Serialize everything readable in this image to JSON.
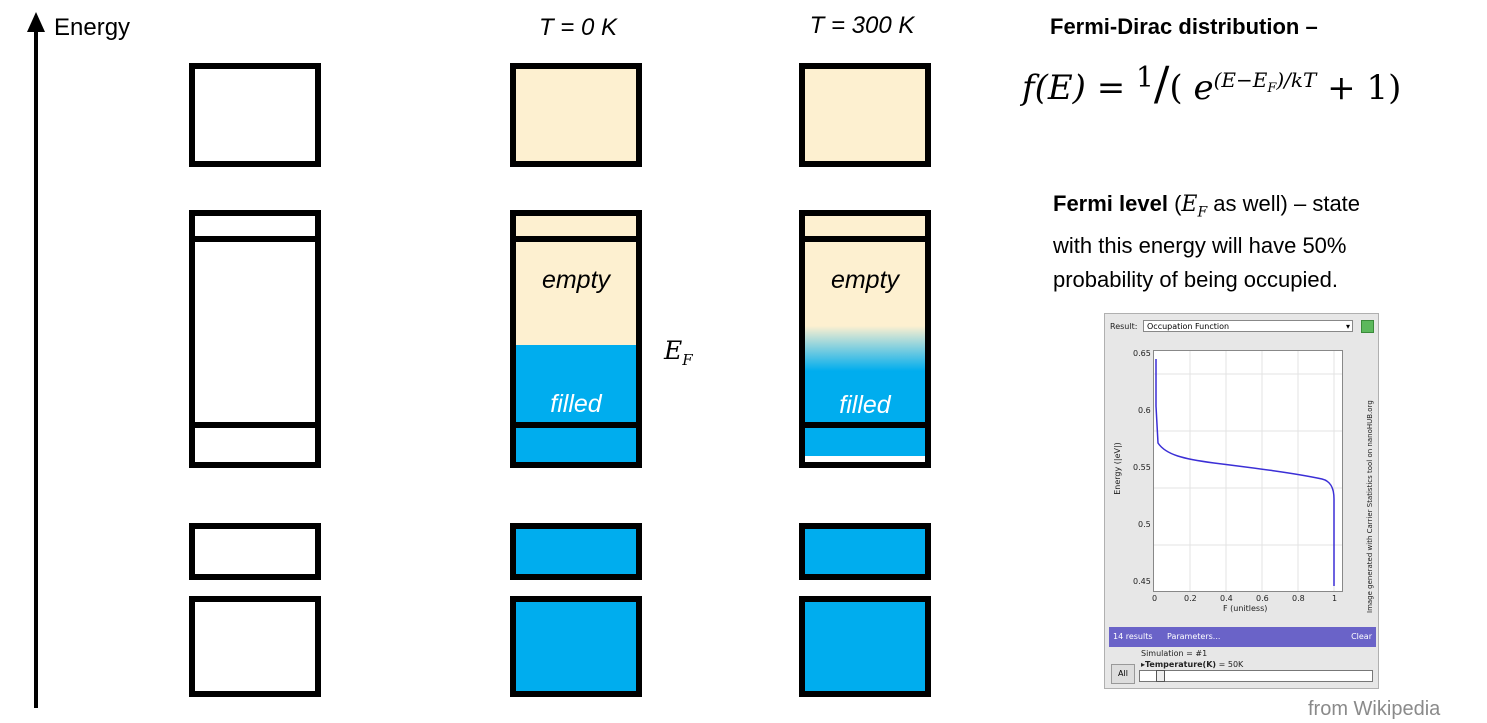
{
  "axis": {
    "label": "Energy"
  },
  "columns": [
    {
      "heading": "T = 0 K"
    },
    {
      "heading": "T = 300 K"
    }
  ],
  "band_labels": {
    "empty": "empty",
    "filled": "filled"
  },
  "fermi_marker": {
    "symbol": "E",
    "subscript": "F"
  },
  "right_panel": {
    "fd_title": "Fermi-Dirac distribution –",
    "formula": {
      "lhs": "f(E) = ",
      "numerator": "1",
      "slash": "/",
      "open": "( ",
      "e": "e",
      "exponent": "(E−E",
      "exp_sub": "F",
      "exp_tail": ")/kT",
      "tail": " + 1)"
    },
    "fermi_level": {
      "bold": "Fermi level",
      "paren_open": " (",
      "sym": "E",
      "sym_sub": "F",
      "after_sym": " as well) – state",
      "line2": "with this energy will have 50%",
      "line3": "probability of being occupied."
    }
  },
  "screenshot": {
    "result_label": "Result:",
    "dropdown_value": "Occupation Function",
    "y_axis_label": "Energy (|eV|)",
    "x_axis_label": "F (unitless)",
    "y_ticks": [
      "0.65",
      "0.6",
      "0.55",
      "0.5",
      "0.45"
    ],
    "x_ticks": [
      "0",
      "0.2",
      "0.4",
      "0.6",
      "0.8",
      "1"
    ],
    "side_caption": "Image generated with Carrier Statistics tool on nanoHUB.org",
    "results_count": "14 results",
    "parameters": "Parameters...",
    "clear": "Clear",
    "simulation": "Simulation = #1",
    "temperature_name": "▸Temperature(K)",
    "temperature_value": " = 50K",
    "all_button": "All",
    "curve_color": "#3b2fd6"
  },
  "credit": "from Wikipedia",
  "colors": {
    "cream": "#fdf0d0",
    "blue": "#00adee"
  }
}
